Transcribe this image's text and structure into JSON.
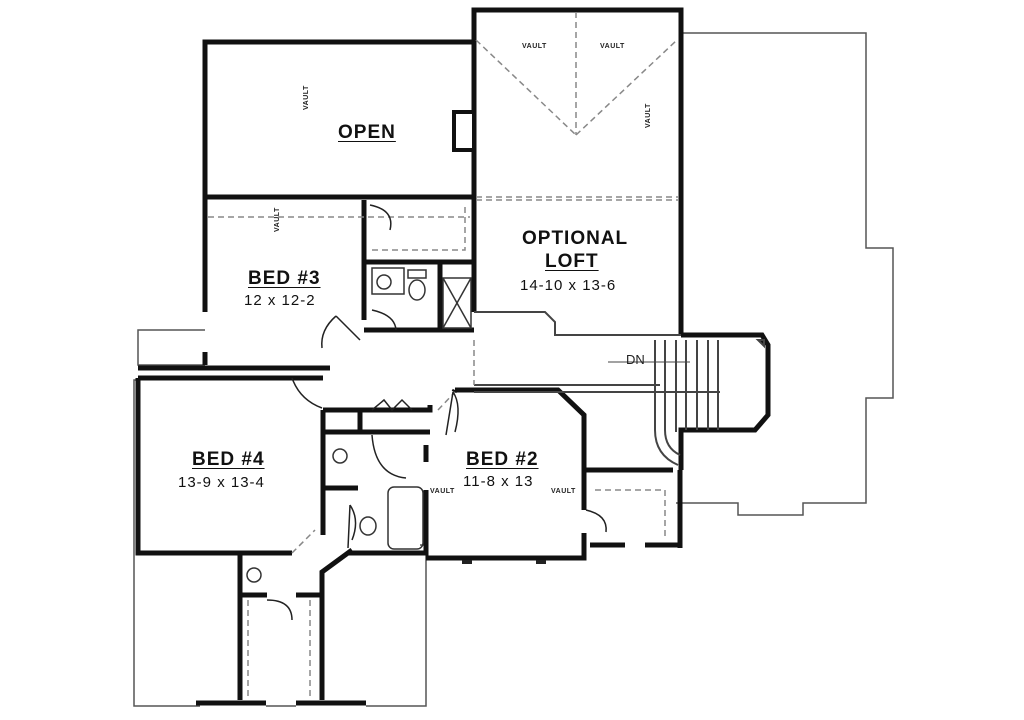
{
  "plan": {
    "type": "upper floor plan",
    "rooms": [
      {
        "name": "OPEN",
        "dims": ""
      },
      {
        "name": "OPTIONAL",
        "name2": "LOFT",
        "dims": "14-10 x 13-6"
      },
      {
        "name": "BED #3",
        "dims": "12 x 12-2"
      },
      {
        "name": "BED #4",
        "dims": "13-9 x 13-4"
      },
      {
        "name": "BED #2",
        "dims": "11-8 x 13"
      }
    ],
    "annotations": {
      "vault": "VAULT",
      "stairs": "DN"
    },
    "colors": {
      "wall": "#111111",
      "line": "#555555",
      "dashed": "#888888",
      "background": "#ffffff"
    }
  }
}
